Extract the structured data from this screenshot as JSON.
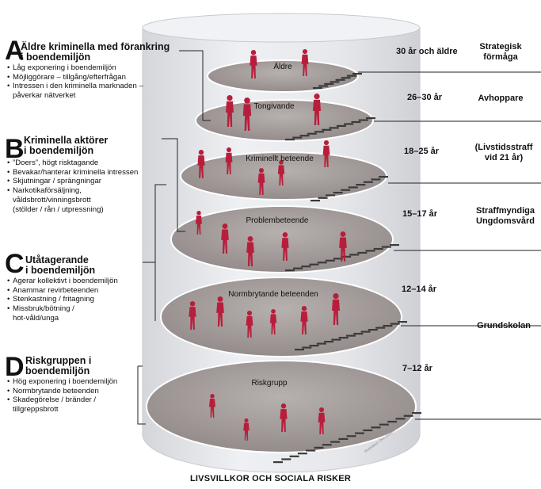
{
  "levels": [
    {
      "label": "Äldre",
      "age": "30 år och äldre",
      "institution": [
        "Strategisk",
        "förmåga"
      ]
    },
    {
      "label": "Tongivande",
      "age": "26–30 år",
      "institution": [
        "Avhoppare"
      ]
    },
    {
      "label": "Kriminellt beteende",
      "age": "18–25 år",
      "institution": [
        "(Livstidsstraff",
        "vid 21 år)"
      ]
    },
    {
      "label": "Problembeteende",
      "age": "15–17 år",
      "institution": [
        "Straffmyndiga",
        "Ungdomsvård"
      ]
    },
    {
      "label": "Normbrytande beteenden",
      "age": "12–14 år",
      "institution": [
        "Grundskolan"
      ]
    },
    {
      "label": "Riskgrupp",
      "age": "7–12 år",
      "institution": []
    }
  ],
  "groups": {
    "a": {
      "letter": "A",
      "title_1": "Äldre kriminella med förankring",
      "title_2": "i boendemiljön",
      "items": [
        "Låg exponering i boendemiljön",
        "Möjliggörare – tillgång/efterfrågan",
        "Intressen i den kriminella marknaden –",
        "påverkar nätverket"
      ]
    },
    "b": {
      "letter": "B",
      "title_1": "Kriminella aktörer",
      "title_2": "i boendemiljön",
      "items": [
        "”Doers”, högt risktagande",
        "Bevakar/hanterar kriminella intressen",
        "Skjutningar / sprängningar",
        "Narkotikaförsäljning,",
        "våldsbrott/vinningsbrott",
        "(stölder / rån / utpressning)"
      ]
    },
    "c": {
      "letter": "C",
      "title_1": "Utåtagerande",
      "title_2": "i boendemiljön",
      "items": [
        "Agerar kollektivt i boendemiljön",
        "Anammar revirbeteenden",
        "Stenkastning / fritagning",
        "Missbruk/bötning /",
        "hot-våld/unga"
      ]
    },
    "d": {
      "letter": "D",
      "title_1": "Riskgruppen i",
      "title_2": "boendemiljön",
      "items": [
        "Hög exponering i boendemiljön",
        "Normbrytande beteenden",
        "Skadegörelse / bränder /",
        "tillgreppsbrott"
      ]
    }
  },
  "footer": "LIVSVILLKOR OCH SOCIALA RISKER",
  "credit": "Illustration: Ove Ekdahl",
  "colors": {
    "figure": "#b81e3c",
    "disc": "#a69e9c",
    "cylinder": "#e5e6ea",
    "stair": "#3a3a3a"
  }
}
